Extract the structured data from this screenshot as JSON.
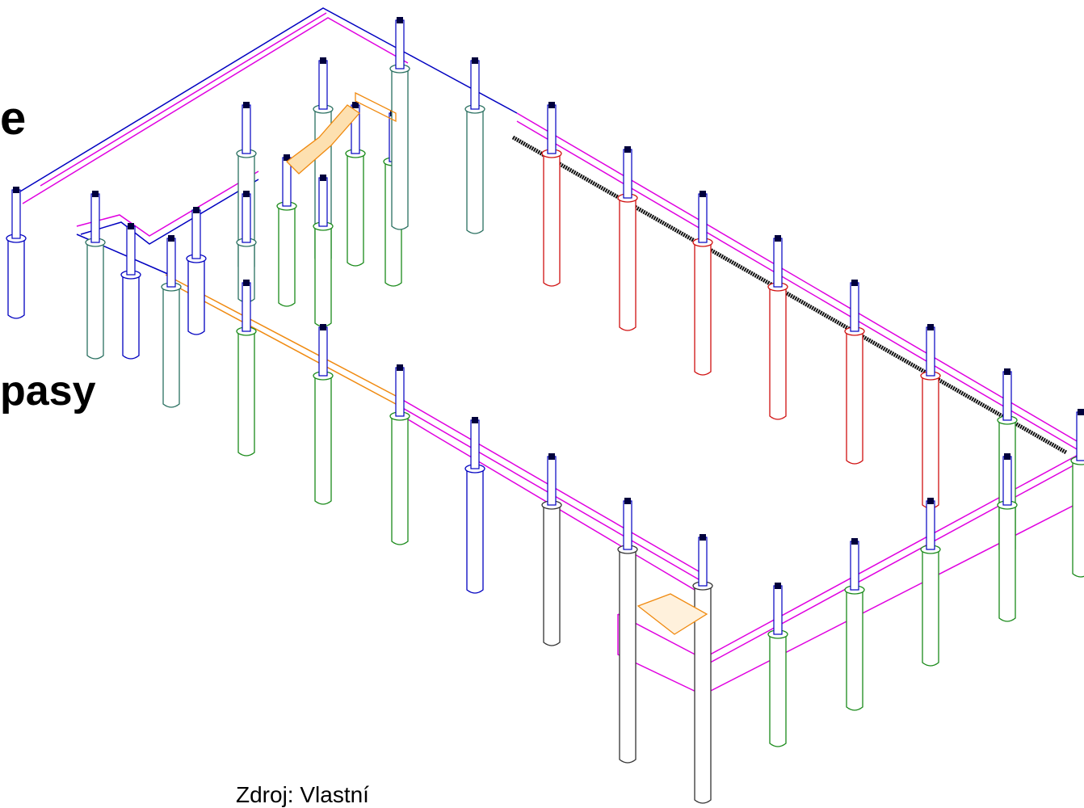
{
  "slide": {
    "heading_fragment_top": "e",
    "heading_fragment_bottom": "pasy",
    "caption": "Zdroj: Vlastní"
  },
  "drawing": {
    "type": "isometric structural model",
    "colors": {
      "beam": "#e000e0",
      "column_blue": "#0000c0",
      "column_green": "#1a8a1a",
      "column_red": "#d01010",
      "column_teal": "#2a7060",
      "column_gray": "#333333",
      "stair": "#f08a10",
      "rebar": "#111111",
      "cap": "#00003c"
    }
  }
}
